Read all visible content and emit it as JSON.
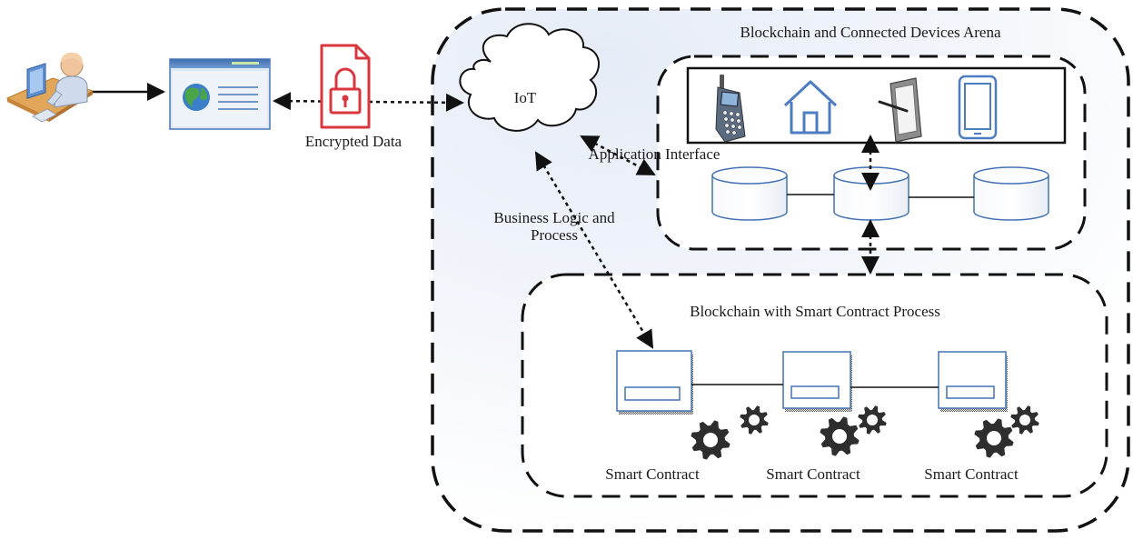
{
  "labels": {
    "arena_title": "Blockchain and Connected Devices Arena",
    "iot": "IoT",
    "encrypted_data": "Encrypted Data",
    "application_interface": "Application Interface",
    "business_logic_line1": "Business Logic and",
    "business_logic_line2": "Process",
    "smart_contract_title": "Blockchain with Smart Contract Process"
  },
  "smart_contracts": [
    {
      "label": "Smart Contract"
    },
    {
      "label": "Smart Contract"
    },
    {
      "label": "Smart Contract"
    }
  ],
  "devices": [
    {
      "icon": "mobile-phone-icon"
    },
    {
      "icon": "house-icon"
    },
    {
      "icon": "tablet-pen-icon"
    },
    {
      "icon": "tablet-icon"
    }
  ],
  "colors": {
    "lock_red": "#d9363e",
    "arena_fill": "#eef2f9",
    "stroke": "#111111"
  }
}
